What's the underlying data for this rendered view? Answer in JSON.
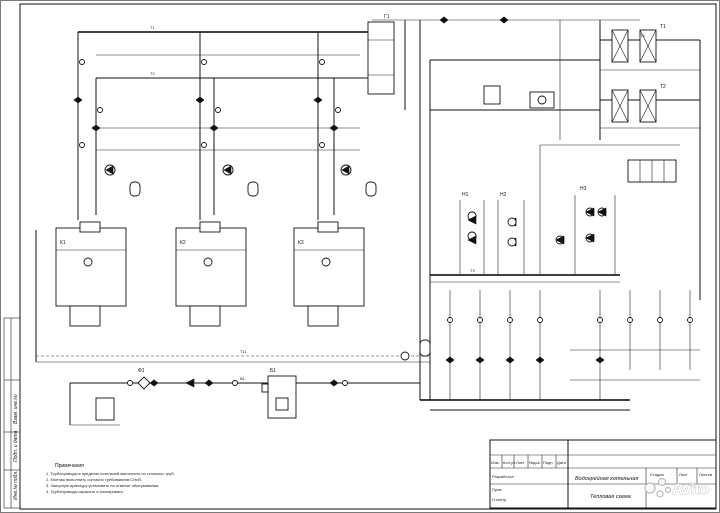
{
  "title_block": {
    "drawing_title": "Водогрейная котельная",
    "sheet_title": "Тепловая схема",
    "header_cells": [
      "Изм.",
      "Кол.уч.",
      "Лист",
      "№док.",
      "Подп.",
      "Дата"
    ],
    "stage_cells": [
      "Стадия",
      "Лист",
      "Листов"
    ],
    "role_rows": [
      "Разработал",
      "Пров.",
      "Н.контр."
    ]
  },
  "left_margin": {
    "stamp_labels": [
      "Инв.№ подл.",
      "Подп. и дата",
      "Взам. инв.№"
    ]
  },
  "notes": {
    "heading": "Примечания",
    "lines": [
      "1. Трубопроводы в пределах котельной выполнить из стальных труб.",
      "2. Монтаж выполнить согласно требованиям СНиП.",
      "3. Запорную арматуру установить на отметке обслуживания.",
      "4. Трубопроводы окрасить и изолировать."
    ]
  },
  "equipment_tags": {
    "boilers": [
      "К1",
      "К2",
      "К3"
    ],
    "header": "Г1",
    "tank": "Б1",
    "filter": "Ф1",
    "heat_exchangers": [
      "Т1",
      "Т2"
    ],
    "pump_groups": [
      "Н1",
      "Н2",
      "Н3"
    ]
  },
  "pipe_codes": [
    "Т1",
    "Т2",
    "В1",
    "Т3",
    "Т4",
    "Т11"
  ],
  "watermark": {
    "text": "Avito",
    "icon": "avito-dots-icon"
  }
}
